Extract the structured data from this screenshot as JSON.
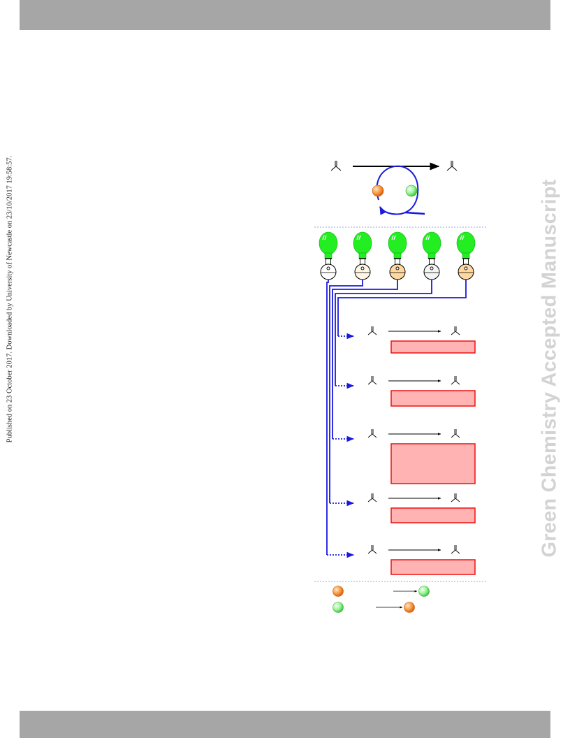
{
  "page": {
    "header_bar_color": "#a6a6a6",
    "footer_bar_color": "#a6a6a6"
  },
  "side_note": {
    "published_text": "Published on 23 October 2017. Downloaded by University of Newcastle on 23/10/2017 19:58:57."
  },
  "watermark": {
    "text": "Green Chemistry Accepted Manuscript",
    "color": "#d3d3d3"
  },
  "scheme": {
    "colors": {
      "arrow_blue": "#1a1adf",
      "lamp_green": "#22ee22",
      "box_fill": "#ffb3b3",
      "box_border": "#ee1111",
      "catalyst_orange": "#f07a10",
      "catalyst_green": "#66ee66",
      "divider": "#9aa4e8"
    },
    "lamp_count": 5,
    "reaction_rows": 5,
    "icons": [
      "lamp-icon",
      "flask-icon",
      "catalyst-orange-icon",
      "catalyst-green-icon"
    ]
  }
}
